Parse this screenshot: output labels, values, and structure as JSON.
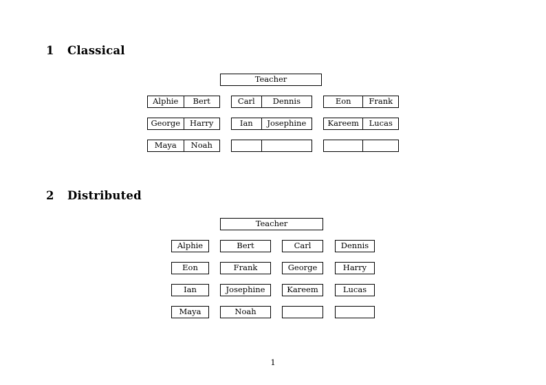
{
  "document": {
    "page_number": "1"
  },
  "sections": [
    {
      "number": "1",
      "title": "Classical",
      "layout": "grouped-pairs",
      "teacher_label": "Teacher",
      "groups": [
        {
          "name": "group-1",
          "rows": [
            {
              "left": "Alphie",
              "right": "Bert"
            },
            {
              "left": "George",
              "right": "Harry"
            },
            {
              "left": "Maya",
              "right": "Noah"
            }
          ]
        },
        {
          "name": "group-2",
          "rows": [
            {
              "left": "Carl",
              "right": "Dennis"
            },
            {
              "left": "Ian",
              "right": "Josephine"
            },
            {
              "left": "",
              "right": ""
            }
          ]
        },
        {
          "name": "group-3",
          "rows": [
            {
              "left": "Eon",
              "right": "Frank"
            },
            {
              "left": "Kareem",
              "right": "Lucas"
            },
            {
              "left": "",
              "right": ""
            }
          ]
        }
      ]
    },
    {
      "number": "2",
      "title": "Distributed",
      "layout": "individual-grid",
      "teacher_label": "Teacher",
      "grid": [
        [
          "Alphie",
          "Bert",
          "Carl",
          "Dennis"
        ],
        [
          "Eon",
          "Frank",
          "George",
          "Harry"
        ],
        [
          "Ian",
          "Josephine",
          "Kareem",
          "Lucas"
        ],
        [
          "Maya",
          "Noah",
          "",
          ""
        ]
      ]
    }
  ],
  "colors": {
    "background": "#ffffff",
    "text": "#000000",
    "border": "#000000"
  }
}
